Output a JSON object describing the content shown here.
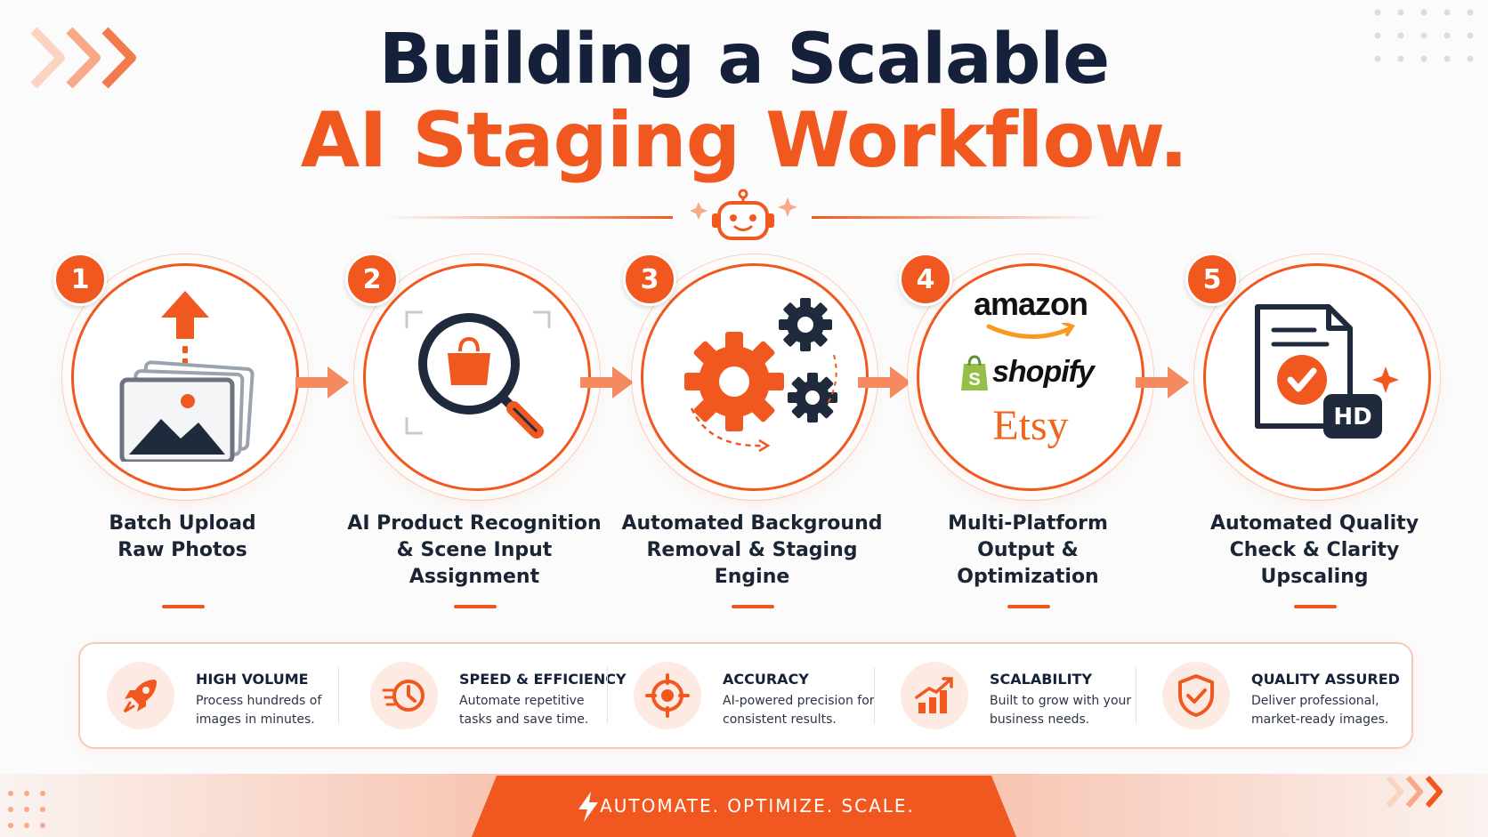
{
  "title": {
    "line1": "Building a Scalable",
    "line2": "AI Staging Workflow."
  },
  "colors": {
    "accent": "#f1581f",
    "navy": "#15203a",
    "shopify_green": "#95bf47"
  },
  "steps": [
    {
      "number": "1",
      "label_lines": [
        "Batch Upload",
        "Raw Photos"
      ],
      "icon": "upload-photos-icon"
    },
    {
      "number": "2",
      "label_lines": [
        "AI Product Recognition",
        "& Scene Input",
        "Assignment"
      ],
      "icon": "magnifier-bag-icon"
    },
    {
      "number": "3",
      "label_lines": [
        "Automated Background",
        "Removal & Staging",
        "Engine"
      ],
      "icon": "gears-icon"
    },
    {
      "number": "4",
      "label_lines": [
        "Multi-Platform",
        "Output &",
        "Optimization"
      ],
      "icon": "platform-logos",
      "platforms": [
        "amazon",
        "shopify",
        "Etsy"
      ]
    },
    {
      "number": "5",
      "label_lines": [
        "Automated Quality",
        "Check & Clarity",
        "Upscaling"
      ],
      "icon": "hd-document-check-icon",
      "badge": "HD"
    }
  ],
  "benefits": [
    {
      "title": "HIGH VOLUME",
      "desc": "Process hundreds of images in minutes.",
      "icon": "rocket-icon"
    },
    {
      "title": "SPEED & EFFICIENCY",
      "desc": "Automate repetitive tasks and save time.",
      "icon": "clock-speed-icon"
    },
    {
      "title": "ACCURACY",
      "desc": "AI-powered precision for consistent results.",
      "icon": "target-icon"
    },
    {
      "title": "SCALABILITY",
      "desc": "Built to grow with your business needs.",
      "icon": "growth-chart-icon"
    },
    {
      "title": "QUALITY ASSURED",
      "desc": "Deliver professional, market-ready images.",
      "icon": "shield-check-icon"
    }
  ],
  "footer": {
    "tagline": "AUTOMATE. OPTIMIZE. SCALE."
  }
}
